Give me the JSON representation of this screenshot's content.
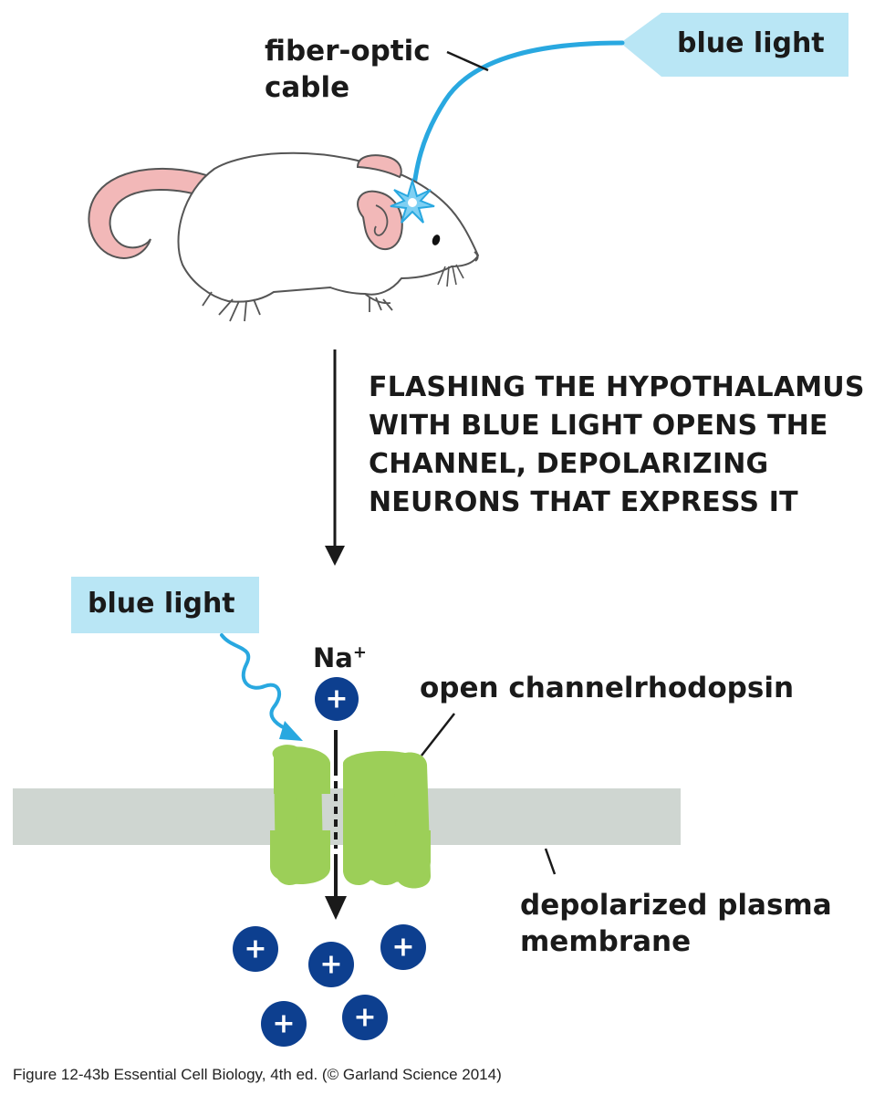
{
  "labels": {
    "fiber_optic_line1": "fiber-optic",
    "fiber_optic_line2": "cable",
    "blue_light_top": "blue light",
    "caption_lines": [
      "FLASHING THE HYPOTHALAMUS",
      "WITH BLUE LIGHT OPENS THE",
      "CHANNEL, DEPOLARIZING",
      "NEURONS THAT EXPRESS IT"
    ],
    "blue_light_bottom": "blue light",
    "ion_symbol": "Na",
    "ion_charge": "+",
    "channel_label": "open channelrhodopsin",
    "membrane_line1": "depolarized plasma",
    "membrane_line2": "membrane",
    "ion_glyph": "+"
  },
  "footer": "Figure 12-43b  Essential Cell Biology, 4th ed. (© Garland Science 2014)",
  "colors": {
    "light_blue_box": "#b9e6f5",
    "cable_blue": "#29a8e0",
    "channel_green": "#9ccf58",
    "membrane_gray": "#cfd6d1",
    "ion_blue": "#0d3f8f",
    "mouse_pink": "#f2b8b8"
  }
}
